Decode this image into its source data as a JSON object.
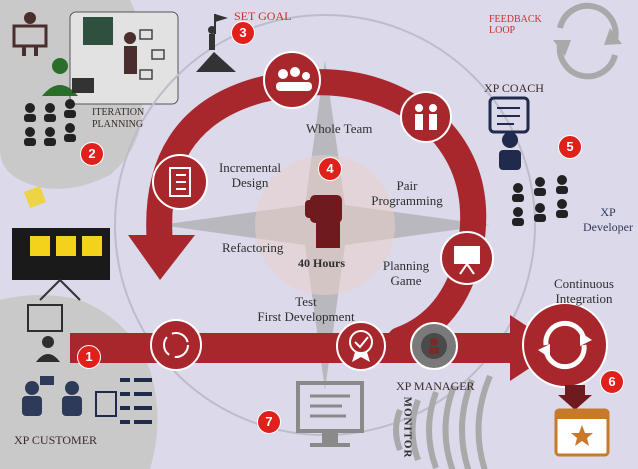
{
  "labels": {
    "set_goal": "SET GOAL",
    "feedback_loop": "FEEDBACK\nLOOP",
    "iteration_planning": "ITERATION\nPLANNING",
    "xp_coach": "XP COACH",
    "whole_team": "Whole Team",
    "incremental_design": "Incremental\nDesign",
    "pair_programming": "Pair\nProgramming",
    "refactoring": "Refactoring",
    "forty_hours": "40 Hours",
    "planning_game": "Planning\nGame",
    "test_first": "Test\nFirst Development",
    "continuous_integration": "Continuous\nIntegration",
    "xp_developer": "XP\nDeveloper",
    "xp_manager": "XP MANAGER",
    "xp_customer": "XP CUSTOMER",
    "monitor": "MONITOR"
  },
  "badges": [
    "1",
    "2",
    "3",
    "4",
    "5",
    "6",
    "7"
  ],
  "colors": {
    "maroon": "#a8272d",
    "dark_maroon": "#6e1a1f",
    "badge_red": "#e0201b",
    "lavender": "#dcd9ea",
    "navy": "#1f2a4d"
  }
}
